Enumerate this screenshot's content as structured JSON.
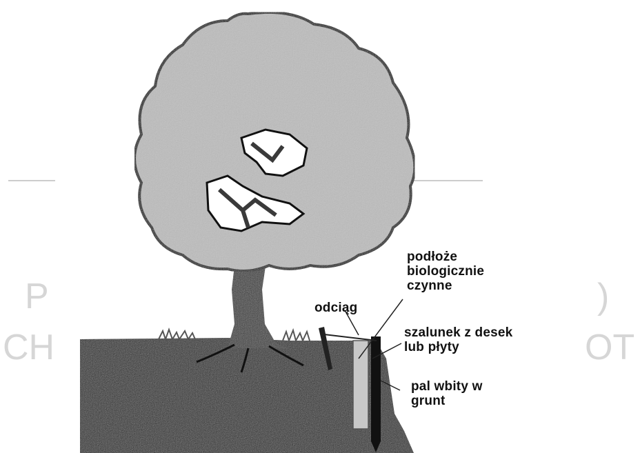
{
  "labels": {
    "podloze": "podłoże\nbiologicznie\nczynne",
    "odciag": "odciąg",
    "szalunek": "szalunek z desek\nlub płyty",
    "pal": "pal wbity w\ngrunt"
  },
  "background_text": {
    "left_top": "P",
    "left_bottom": "CH",
    "right_top": ")",
    "right_bottom": "OT"
  },
  "colors": {
    "soil": "#2b2b2b",
    "foliage": "#b9b9b9",
    "trunk": "#3a3a3a",
    "board": "#c8c8c8",
    "stake": "#111111",
    "text": "#111111"
  }
}
